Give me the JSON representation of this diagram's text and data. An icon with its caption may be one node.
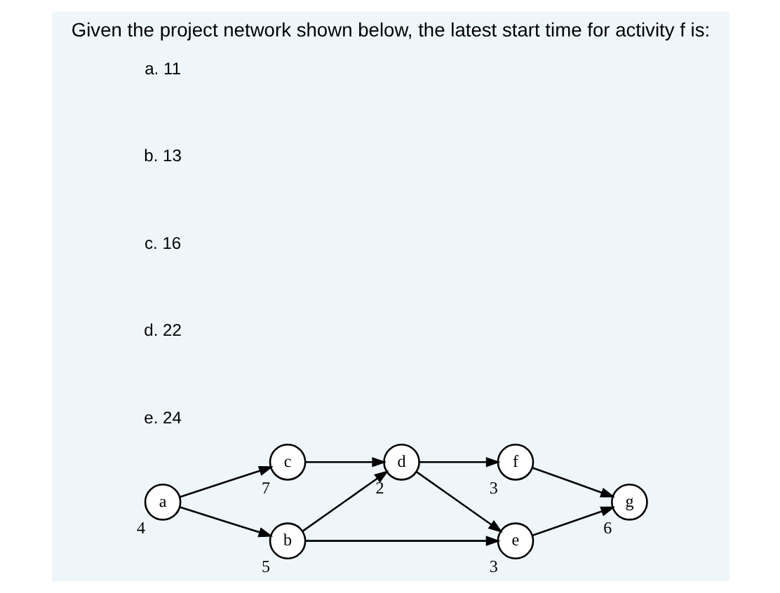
{
  "diagram": {
    "title": "Given the project network shown below, the latest start time for activity f is:",
    "nodes": [
      {
        "text": [
          "a"
        ],
        "beside": [
          "4"
        ]
      },
      {
        "text": [
          "b"
        ],
        "beside": [
          "5"
        ]
      },
      {
        "text": [
          "c"
        ],
        "beside": [
          "7"
        ]
      },
      {
        "text": [
          "d"
        ],
        "beside": [
          "2"
        ]
      },
      {
        "text": [
          "e"
        ],
        "beside": [
          "3"
        ]
      },
      {
        "text": [
          "f"
        ],
        "beside": [
          "3"
        ]
      },
      {
        "text": [
          "g"
        ],
        "beside": [
          "6"
        ]
      }
    ],
    "edges": [
      {
        "from": 0,
        "to": 1,
        "arrow": "to"
      },
      {
        "from": 0,
        "to": 2,
        "arrow": "to"
      },
      {
        "from": 1,
        "to": 4,
        "arrow": "to"
      },
      {
        "from": 1,
        "to": 3,
        "arrow": "to"
      },
      {
        "from": 2,
        "to": 3,
        "arrow": "to"
      },
      {
        "from": 3,
        "to": 4,
        "arrow": "to"
      },
      {
        "from": 3,
        "to": 5,
        "arrow": "to"
      },
      {
        "from": 4,
        "to": 6,
        "arrow": "to"
      },
      {
        "from": 5,
        "to": 6,
        "arrow": "to"
      }
    ],
    "labels": [
      "a. 11",
      "b. 13",
      "c. 16",
      "d. 22",
      "e. 24"
    ]
  }
}
